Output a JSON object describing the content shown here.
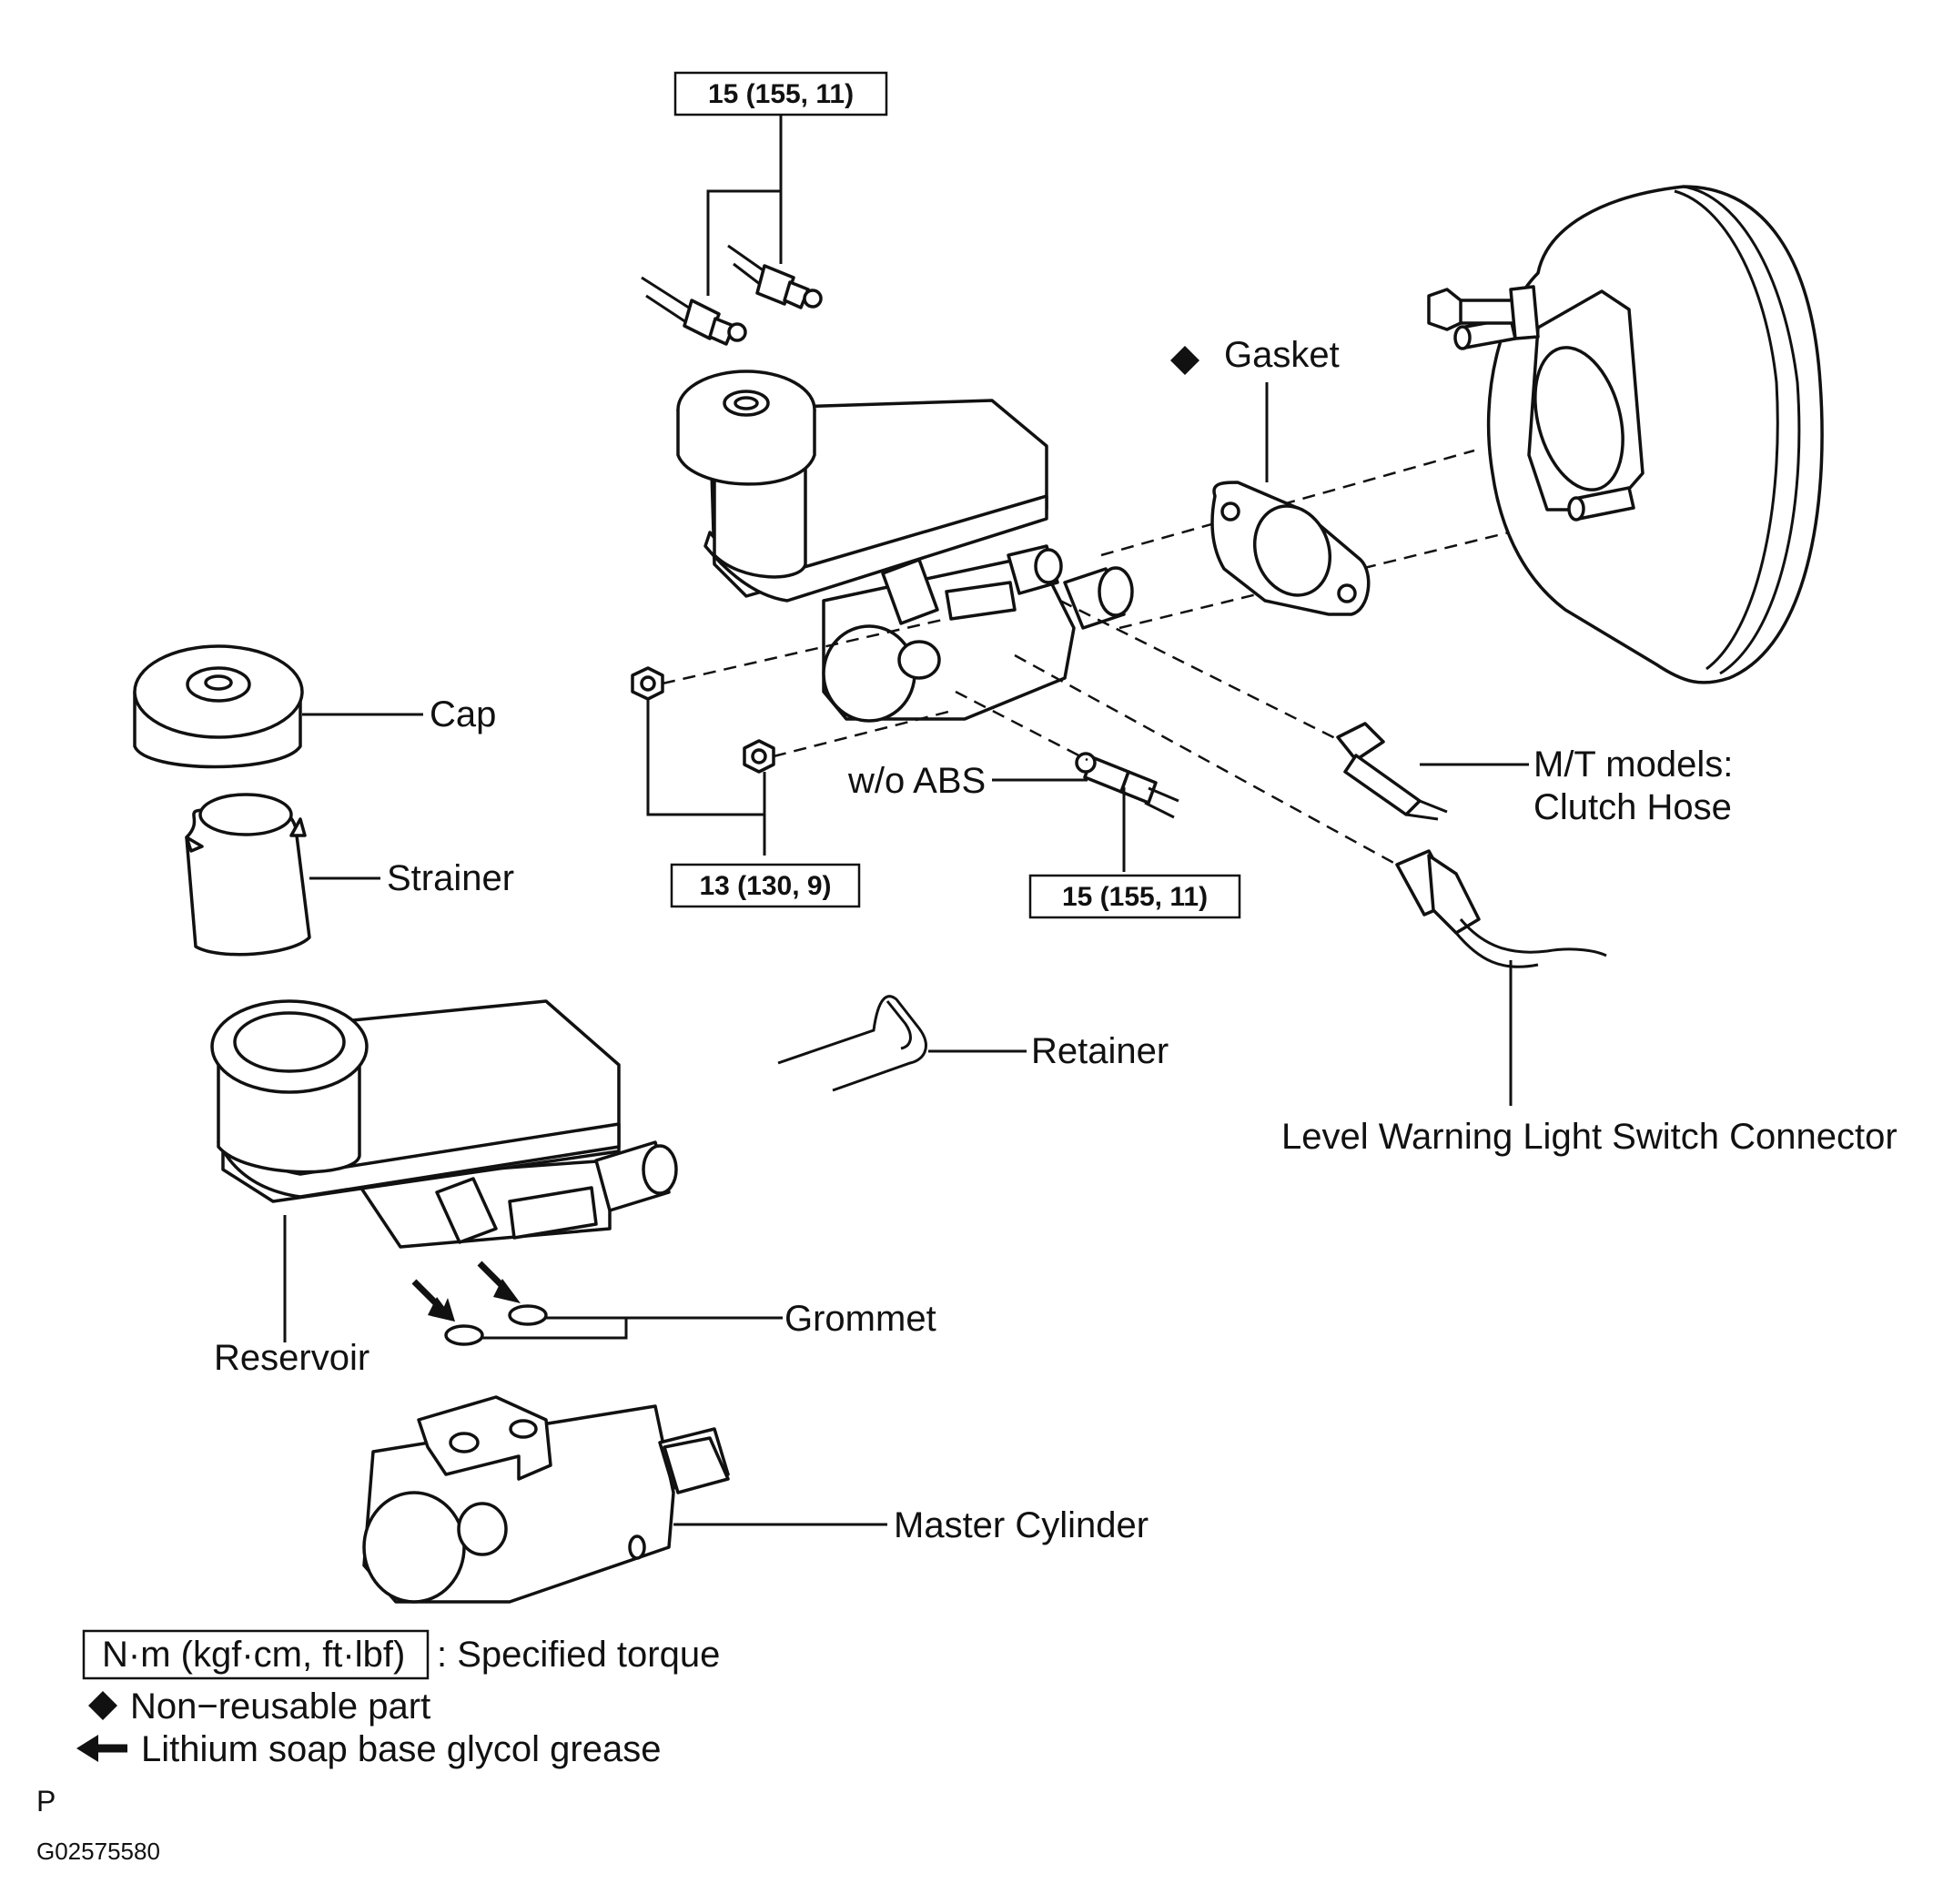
{
  "labels": {
    "gasket": "Gasket",
    "cap": "Cap",
    "strainer": "Strainer",
    "retainer": "Retainer",
    "reservoir": "Reservoir",
    "grommet": "Grommet",
    "master_cylinder": "Master Cylinder",
    "wo_abs": "w/o ABS",
    "mt_models_line1": "M/T models:",
    "mt_models_line2": "Clutch Hose",
    "level_warning": "Level Warning Light Switch Connector"
  },
  "torque": {
    "top": "15 (155, 11)",
    "nuts": "13 (130, 9)",
    "abs": "15 (155, 11)"
  },
  "legend": {
    "unit_box": "N·m (kgf·cm, ft·lbf)",
    "specified": ": Specified torque",
    "non_reusable": "Non−reusable part",
    "grease": "Lithium soap base glycol grease"
  },
  "footer": {
    "code": "P",
    "figure_id": "G02575580"
  },
  "icons": {
    "non_reusable": "diamond-icon",
    "grease": "arrow-left-icon"
  }
}
